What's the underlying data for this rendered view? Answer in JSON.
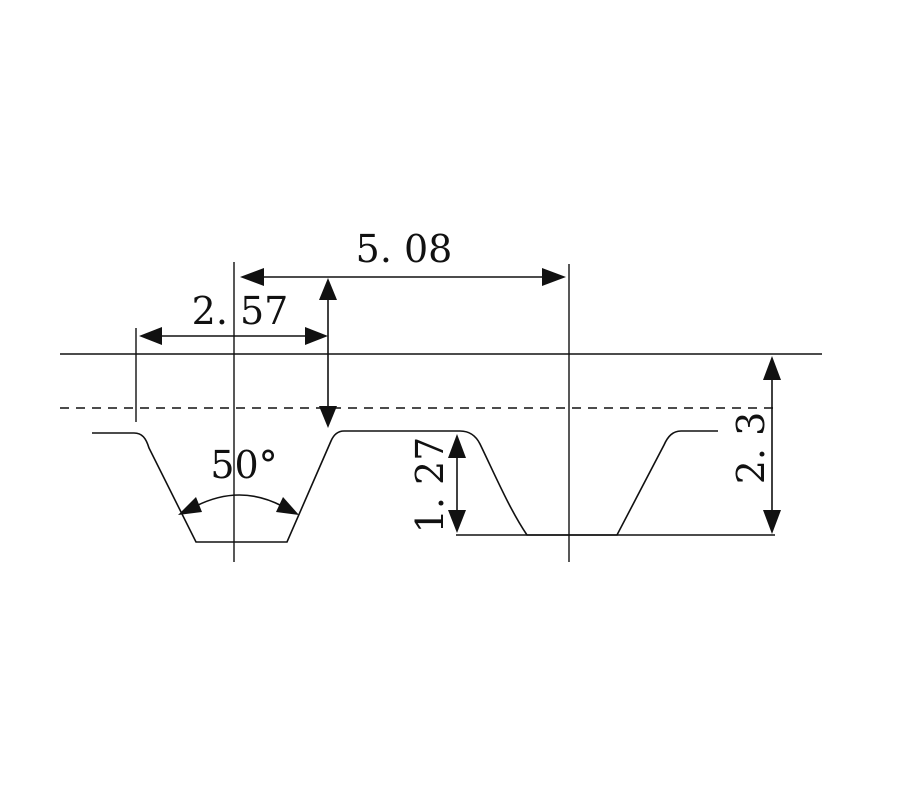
{
  "dimensions": {
    "pitch": "5. 08",
    "tooth_width": "2. 57",
    "tooth_angle": "50°",
    "tooth_height": "1. 27",
    "belt_thickness": "2. 3"
  },
  "colors": {
    "line": "#111111",
    "background": "#ffffff"
  }
}
